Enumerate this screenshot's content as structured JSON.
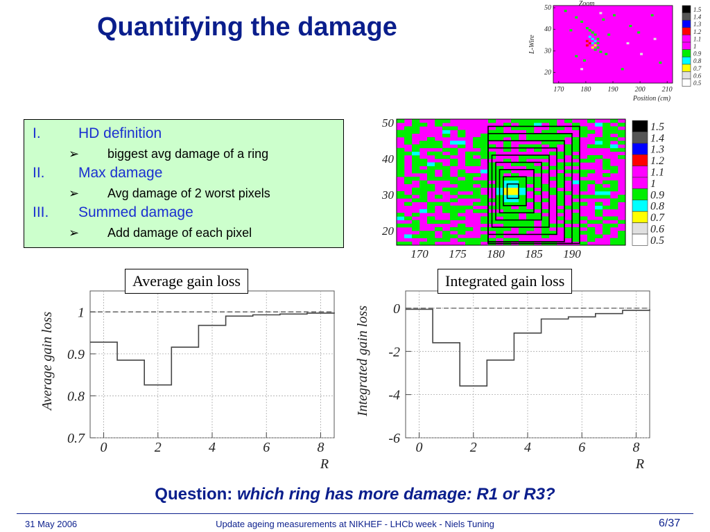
{
  "slide": {
    "title": "Quantifying the damage",
    "definitions": [
      {
        "num": "I.",
        "label": "HD definition",
        "sub": "biggest avg damage of a ring"
      },
      {
        "num": "II.",
        "label": "Max damage",
        "sub": "Avg damage of 2 worst pixels"
      },
      {
        "num": "III.",
        "label": "Summed damage",
        "sub": "Add damage of each pixel"
      }
    ],
    "bullet_glyph": "➢",
    "plot_labels": {
      "average": "Average gain loss",
      "integrated": "Integrated gain loss"
    },
    "question": {
      "prefix": "Question:",
      "body": "which ring has more damage: R1 or R3?"
    },
    "footer": {
      "date": "31 May 2006",
      "center": "Update ageing measurements at NIKHEF - LHCb week - Niels Tuning",
      "page": "6/37"
    }
  },
  "chart_data": [
    {
      "type": "heatmap",
      "title": "Zoom",
      "xlabel": "Position (cm)",
      "ylabel": "L-Wire",
      "xticks": [
        170,
        180,
        190,
        200,
        210
      ],
      "yticks": [
        20,
        30,
        40,
        50
      ],
      "xlim": [
        168,
        212
      ],
      "ylim": [
        15,
        51
      ],
      "background_color": "#ff00ff",
      "scale": {
        "labels": [
          "1.5",
          "1.4",
          "1.3",
          "1.2",
          "1.1",
          "1",
          "0.9",
          "0.8",
          "0.7",
          "0.6",
          "0.5"
        ],
        "colors": [
          "#000000",
          "#555555",
          "#0000ff",
          "#ff0000",
          "#ff00ff",
          "#ff00ff",
          "#00ee00",
          "#00ffff",
          "#ffff00",
          "#e0e0e0",
          "#ffffff"
        ]
      },
      "cells": [
        {
          "x": 180,
          "y": 34,
          "v": 1.2
        },
        {
          "x": 181,
          "y": 33,
          "v": 1.2
        },
        {
          "x": 180,
          "y": 32,
          "v": 1.2
        },
        {
          "x": 182,
          "y": 31,
          "v": 0.7
        },
        {
          "x": 183,
          "y": 32,
          "v": 0.7
        },
        {
          "x": 182,
          "y": 33,
          "v": 0.8
        },
        {
          "x": 183,
          "y": 34,
          "v": 0.8
        },
        {
          "x": 182,
          "y": 35,
          "v": 0.8
        },
        {
          "x": 181,
          "y": 36,
          "v": 0.8
        },
        {
          "x": 183,
          "y": 30,
          "v": 0.9
        },
        {
          "x": 184,
          "y": 31,
          "v": 0.9
        },
        {
          "x": 184,
          "y": 33,
          "v": 0.9
        },
        {
          "x": 184,
          "y": 35,
          "v": 0.9
        },
        {
          "x": 183,
          "y": 37,
          "v": 0.9
        },
        {
          "x": 182,
          "y": 38,
          "v": 0.9
        },
        {
          "x": 181,
          "y": 39,
          "v": 0.9
        },
        {
          "x": 180,
          "y": 40,
          "v": 0.9
        },
        {
          "x": 178,
          "y": 43,
          "v": 0.9
        },
        {
          "x": 176,
          "y": 45,
          "v": 0.9
        },
        {
          "x": 186,
          "y": 44,
          "v": 0.9
        },
        {
          "x": 190,
          "y": 46,
          "v": 0.9
        },
        {
          "x": 174,
          "y": 39,
          "v": 0.9
        },
        {
          "x": 176,
          "y": 27,
          "v": 0.9
        },
        {
          "x": 179,
          "y": 25,
          "v": 0.9
        },
        {
          "x": 187,
          "y": 28,
          "v": 0.9
        },
        {
          "x": 188,
          "y": 37,
          "v": 0.9
        },
        {
          "x": 185,
          "y": 29,
          "v": 0.9
        },
        {
          "x": 196,
          "y": 41,
          "v": 0.9
        },
        {
          "x": 199,
          "y": 38,
          "v": 0.9
        },
        {
          "x": 204,
          "y": 46,
          "v": 0.9
        },
        {
          "x": 207,
          "y": 24,
          "v": 0.9
        },
        {
          "x": 193,
          "y": 21,
          "v": 0.9
        },
        {
          "x": 172,
          "y": 48,
          "v": 0.9
        },
        {
          "x": 200,
          "y": 28,
          "v": 0.6
        },
        {
          "x": 195,
          "y": 33,
          "v": 0.6
        },
        {
          "x": 178,
          "y": 21,
          "v": 0.6
        },
        {
          "x": 205,
          "y": 35,
          "v": 0.6
        },
        {
          "x": 185,
          "y": 47,
          "v": 0.6
        }
      ]
    },
    {
      "type": "heatmap",
      "title": "",
      "xlabel": "",
      "ylabel": "",
      "xticks": [
        170,
        175,
        180,
        185,
        190
      ],
      "yticks": [
        20,
        30,
        40,
        50
      ],
      "xlim": [
        167,
        197
      ],
      "ylim": [
        16,
        51
      ],
      "scale": {
        "labels": [
          "1.5",
          "1.4",
          "1.3",
          "1.2",
          "1.1",
          "1",
          "0.9",
          "0.8",
          "0.7",
          "0.6",
          "0.5"
        ],
        "colors": [
          "#000000",
          "#555555",
          "#0000ff",
          "#ff0000",
          "#ff00ff",
          "#ff00ff",
          "#00ee00",
          "#00ffff",
          "#ffff00",
          "#e0e0e0",
          "#ffffff"
        ]
      },
      "rings": [
        {
          "x0": 181.5,
          "x1": 183,
          "y0": 29,
          "y1": 33
        },
        {
          "x0": 181,
          "x1": 184,
          "y0": 27,
          "y1": 35
        },
        {
          "x0": 180.5,
          "x1": 185,
          "y0": 25,
          "y1": 37
        },
        {
          "x0": 180,
          "x1": 186,
          "y0": 23,
          "y1": 39
        },
        {
          "x0": 179.5,
          "x1": 187,
          "y0": 21,
          "y1": 41
        },
        {
          "x0": 179,
          "x1": 188,
          "y0": 19,
          "y1": 43
        },
        {
          "x0": 179,
          "x1": 189,
          "y0": 17,
          "y1": 45
        },
        {
          "x0": 179,
          "x1": 190,
          "y0": 16.5,
          "y1": 47
        },
        {
          "x0": 179,
          "x1": 191,
          "y0": 16.5,
          "y1": 49
        }
      ]
    },
    {
      "type": "line",
      "step": true,
      "title": "",
      "xlabel": "R",
      "ylabel": "Average gain loss",
      "x": [
        0,
        1,
        2,
        3,
        4,
        5,
        6,
        7,
        8,
        9
      ],
      "values": [
        0.928,
        0.885,
        0.826,
        0.916,
        0.968,
        0.99,
        0.993,
        0.995,
        0.997,
        0.999
      ],
      "xlim": [
        -0.5,
        8.5
      ],
      "ylim": [
        0.7,
        1.05
      ],
      "xticks": [
        0,
        2,
        4,
        6,
        8
      ],
      "yticks": [
        0.7,
        0.8,
        0.9,
        1
      ],
      "yticklabels": [
        "0.7",
        "0.8",
        "0.9",
        "1"
      ],
      "reference_line": 1,
      "grid": true
    },
    {
      "type": "line",
      "step": true,
      "title": "",
      "xlabel": "R",
      "ylabel": "Integrated gain loss",
      "x": [
        0,
        1,
        2,
        3,
        4,
        5,
        6,
        7,
        8,
        9
      ],
      "values": [
        -0.05,
        -1.6,
        -3.6,
        -2.4,
        -1.15,
        -0.5,
        -0.4,
        -0.25,
        -0.1,
        -0.05
      ],
      "xlim": [
        -0.5,
        8.5
      ],
      "ylim": [
        -6,
        0.8
      ],
      "xticks": [
        0,
        2,
        4,
        6,
        8
      ],
      "yticks": [
        -6,
        -4,
        -2,
        0
      ],
      "yticklabels": [
        "-6",
        "-4",
        "-2",
        "0"
      ],
      "reference_line": 0,
      "grid": true
    }
  ]
}
